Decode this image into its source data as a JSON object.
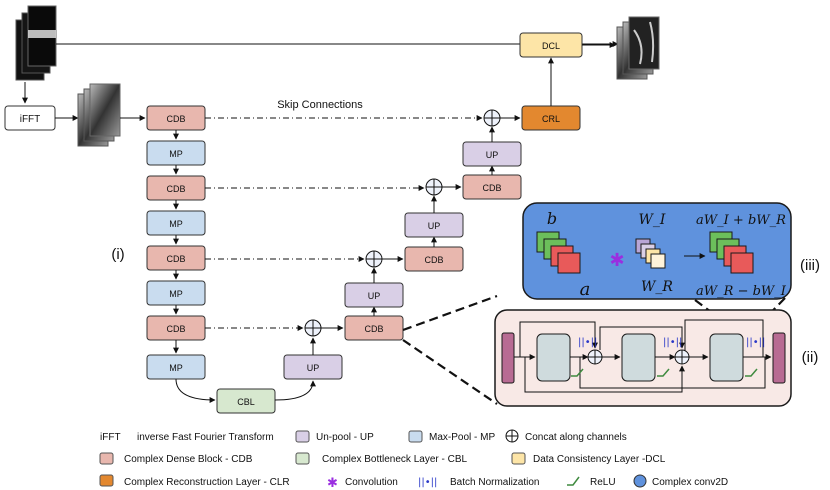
{
  "blocks": {
    "ifft": "iFFT",
    "cdb": "CDB",
    "mp": "MP",
    "up": "UP",
    "cbl": "CBL",
    "crl": "CRL",
    "dcl": "DCL"
  },
  "skip_label": "Skip Connections",
  "section_labels": {
    "i": "(i)",
    "ii": "(ii)",
    "iii": "(iii)"
  },
  "complex_conv": {
    "b": "b",
    "a": "a",
    "wi": "W_I",
    "wr": "W_R",
    "out_top": "aW_I + bW_R",
    "out_bottom": "aW_R − bW_I"
  },
  "legend": {
    "ifft_key": "iFFT",
    "ifft_text": "inverse Fast Fourier Transform",
    "unpool": "Un-pool - UP",
    "maxpool": "Max-Pool - MP",
    "concat": "Concat  along  channels",
    "cdb": "Complex Dense Block - CDB",
    "cbl": "Complex Bottleneck  Layer - CBL",
    "dcl": "Data Consistency  Layer -DCL",
    "crl": "Complex Reconstruction  Layer - CLR",
    "conv": "Convolution",
    "bn": "Batch Normalization",
    "relu": "ReLU",
    "cconv": "Complex conv2D"
  },
  "colors": {
    "cdb": "#e8b7ae",
    "mp": "#c9dcef",
    "up": "#d9cfe6",
    "cbl": "#d7e8cf",
    "dcl": "#fde5a7",
    "crl": "#e3882f",
    "complex_conv": "#5f92dd",
    "dense_panel": "#f8e9e6",
    "conv_star": "#9a2ee0",
    "bn": "#2b39c8",
    "relu": "#3f8a3f",
    "end_block": "#b86b93"
  }
}
